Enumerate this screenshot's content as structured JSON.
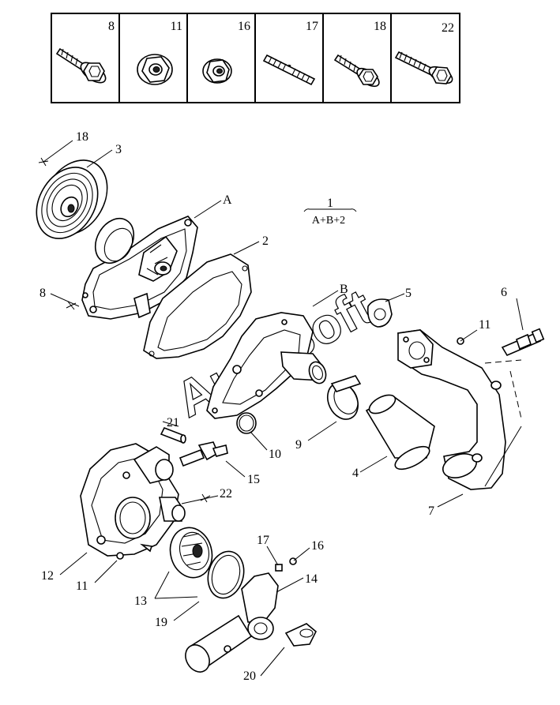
{
  "fastener_table": [
    {
      "label": "8",
      "icon": "flange-bolt-icon"
    },
    {
      "label": "11",
      "icon": "flange-nut-icon"
    },
    {
      "label": "16",
      "icon": "flange-nut-icon"
    },
    {
      "label": "17",
      "icon": "stud-icon"
    },
    {
      "label": "18",
      "icon": "flange-bolt-icon"
    },
    {
      "label": "22",
      "icon": "long-flange-bolt-icon"
    }
  ],
  "assembly_note": {
    "number": "1",
    "formula": "A+B+2"
  },
  "sub_assembly_letters": {
    "a": "A",
    "b": "B"
  },
  "callouts": {
    "c2": "2",
    "c3": "3",
    "c4": "4",
    "c5": "5",
    "c6": "6",
    "c7": "7",
    "c8": "8",
    "c9": "9",
    "c10": "10",
    "c11a": "11",
    "c11b": "11",
    "c12": "12",
    "c13": "13",
    "c14": "14",
    "c15": "15",
    "c16": "16",
    "c17": "17",
    "c18": "18",
    "c19": "19",
    "c20": "20",
    "c21": "21",
    "c22": "22"
  },
  "watermark": "AutoSoft"
}
